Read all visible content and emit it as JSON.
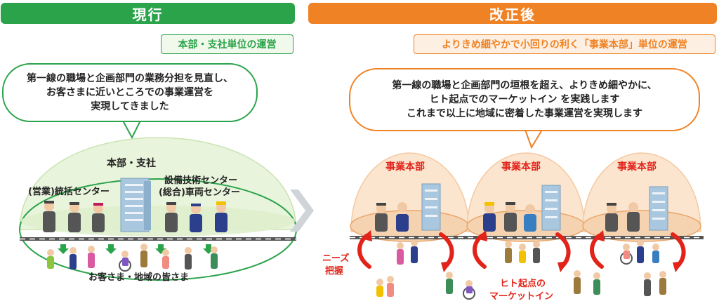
{
  "colors": {
    "green": "#2aa34a",
    "orange": "#ef8224",
    "red": "#e2231a",
    "dome_green": "#e6f3d6",
    "dome_orange": "#fbe5cf"
  },
  "left": {
    "header": "現行",
    "tag": "本部・支社単位の運営",
    "bubble_lines": [
      "第一線の職場と企画部門の業務分担を見直し、",
      "お客さまに近いところでの事業運営を",
      "実現してきました"
    ],
    "hq_label": "本部・支社",
    "center_left_label": "(営業)統括センター",
    "center_right_label_1": "設備技術センター",
    "center_right_label_2": "(総合)車両センター",
    "customers_label": "お客さま・地域の皆さま"
  },
  "right": {
    "header": "改正後",
    "tag": "よりきめ細やかで小回りの利く「事業本部」単位の運営",
    "bubble_lines": [
      "第一線の職場と企画部門の垣根を超え、よりきめ細やかに、",
      "ヒト起点でのマーケットイン を実践します",
      "これまで以上に地域に密着した事業運営を実現します"
    ],
    "dome_labels": [
      "事業本部",
      "事業本部",
      "事業本部"
    ],
    "needs_label_1": "ニーズ",
    "needs_label_2": "把握",
    "market_label_1": "ヒト起点の",
    "market_label_2": "マーケットイン"
  }
}
